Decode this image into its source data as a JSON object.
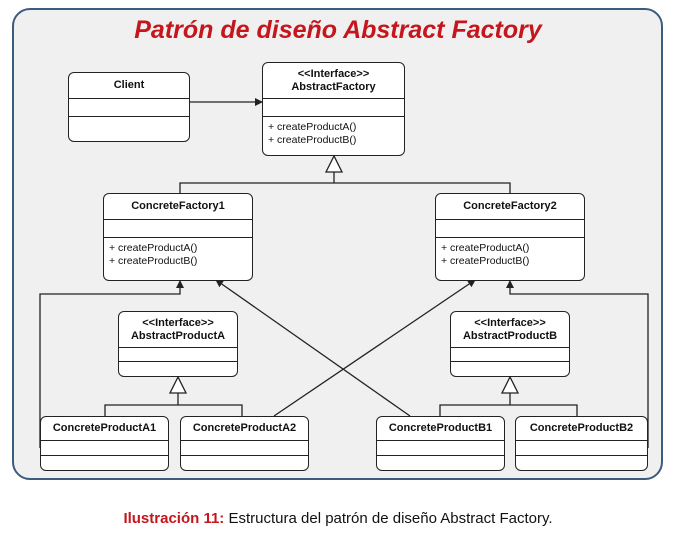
{
  "title": "Patrón de diseño Abstract Factory",
  "classes": {
    "client": {
      "name": "Client"
    },
    "abstract_factory": {
      "stereotype": "<<Interface>>",
      "name": "AbstractFactory",
      "ops": [
        "+ createProductA()",
        "+ createProductB()"
      ]
    },
    "concrete_factory1": {
      "name": "ConcreteFactory1",
      "ops": [
        "+ createProductA()",
        "+ createProductB()"
      ]
    },
    "concrete_factory2": {
      "name": "ConcreteFactory2",
      "ops": [
        "+ createProductA()",
        "+ createProductB()"
      ]
    },
    "abstract_product_a": {
      "stereotype": "<<Interface>>",
      "name": "AbstractProductA"
    },
    "abstract_product_b": {
      "stereotype": "<<Interface>>",
      "name": "AbstractProductB"
    },
    "concrete_product_a1": {
      "name": "ConcreteProductA1"
    },
    "concrete_product_a2": {
      "name": "ConcreteProductA2"
    },
    "concrete_product_b1": {
      "name": "ConcreteProductB1"
    },
    "concrete_product_b2": {
      "name": "ConcreteProductB2"
    }
  },
  "caption": {
    "label": "Ilustración 11:",
    "text": " Estructura del patrón de diseño Abstract Factory."
  },
  "colors": {
    "title": "#c4161c",
    "frame_border": "#3d5b7f",
    "frame_fill": "#f0f0f0",
    "line": "#222222"
  }
}
